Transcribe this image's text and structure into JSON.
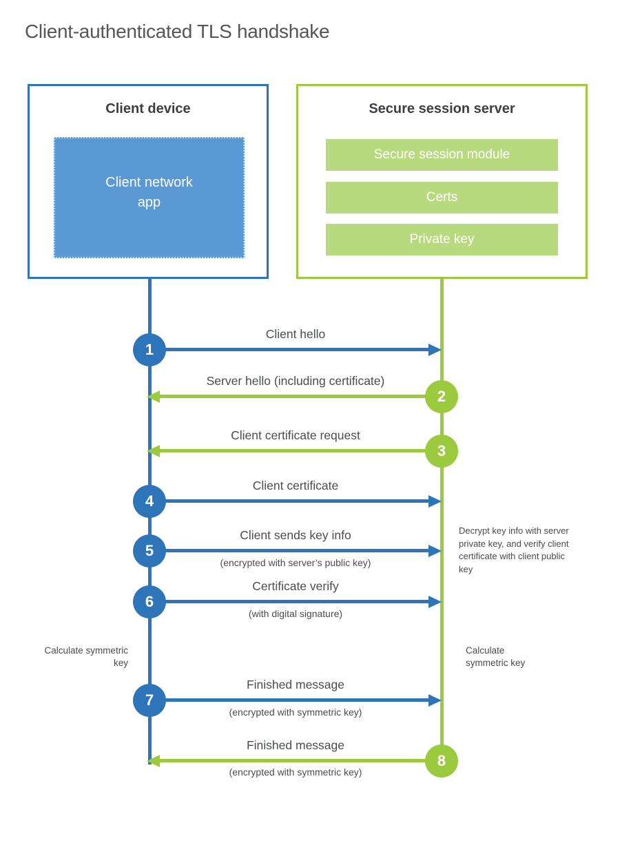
{
  "title": "Client-authenticated TLS handshake",
  "colors": {
    "blue": "#2e74b8",
    "blue_light": "#5b99d5",
    "green": "#9bca3f",
    "green_light": "#b8da7e",
    "text_dark": "#3d4043",
    "text_gray": "#4b4b4b"
  },
  "client": {
    "title": "Client device",
    "app_label": "Client network app"
  },
  "server": {
    "title": "Secure session server",
    "modules": {
      "0": "Secure session module",
      "1": "Certs",
      "2": "Private key"
    }
  },
  "rows": [
    {
      "num": "1",
      "label": "Client hello",
      "sub": "",
      "direction": "client-to-server"
    },
    {
      "num": "2",
      "label": "Server hello (including certificate)",
      "sub": "",
      "direction": "server-to-client"
    },
    {
      "num": "3",
      "label": "Client certificate request",
      "sub": "",
      "direction": "server-to-client"
    },
    {
      "num": "4",
      "label": "Client certificate",
      "sub": "",
      "direction": "client-to-server"
    },
    {
      "num": "5",
      "label": "Client sends key info",
      "sub": "(encrypted with server’s public key)",
      "direction": "client-to-server"
    },
    {
      "num": "6",
      "label": "Certificate verify",
      "sub": "(with digital signature)",
      "direction": "client-to-server"
    },
    {
      "num": "7",
      "label": "Finished message",
      "sub": "(encrypted with symmetric key)",
      "direction": "client-to-server"
    },
    {
      "num": "8",
      "label": "Finished message",
      "sub": "(encrypted with symmetric key)",
      "direction": "server-to-client"
    }
  ],
  "notes": {
    "decrypt_note": "Decrypt key info with server private key, and verify client certificate with client public key",
    "calc_left": "Calculate symmetric key",
    "calc_right": "Calculate symmetric key"
  }
}
